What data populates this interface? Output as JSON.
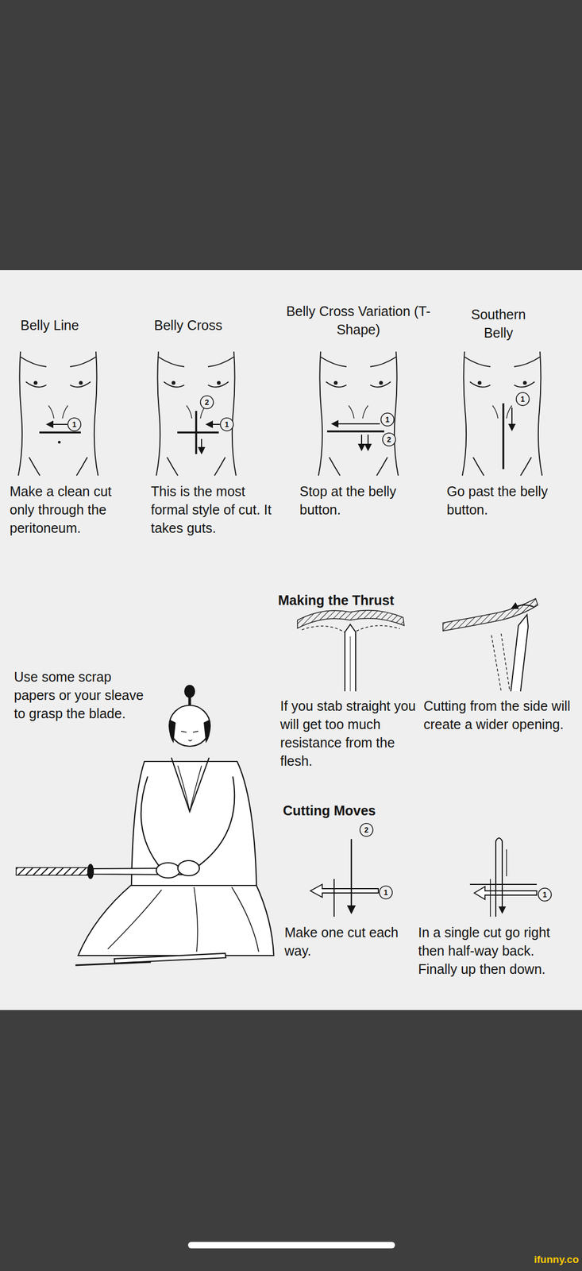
{
  "diagram": {
    "labels": [
      "Belly Line",
      "Belly Cross",
      "Belly Cross Variation (T-Shape)",
      "Southern Belly",
      "1",
      "2",
      "1",
      "1",
      "2",
      "1",
      "Make a clean cut only through the peritoneum.",
      "This is the most formal style of cut. It takes guts.",
      "Stop at the belly button.",
      "Go past the belly button.",
      "Making the Thrust",
      "Use some scrap papers or your sleave to grasp the blade.",
      "If you stab straight you will get too much resistance from the flesh.",
      "Cutting from the side will create a wider opening.",
      "Cutting Moves",
      "2",
      "1",
      "1",
      "Make one cut each way.",
      "In a single cut go right then half-way back. Finally up then down.",
      "ifunny.co"
    ]
  }
}
